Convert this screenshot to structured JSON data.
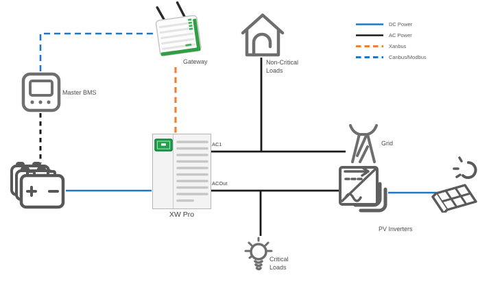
{
  "colors": {
    "dc_power_blue": "#1f77c4",
    "ac_power_black": "#1a1a1a",
    "xanbus_orange": "#ee8035",
    "canbus_modbus_blue": "#1f77c4",
    "icon_gray": "#6e6e6e",
    "label_gray": "#4d4d4d",
    "device_screen_green": "#1ea24b"
  },
  "legend": {
    "items": [
      {
        "label": "DC Power",
        "line_style": "solid",
        "color": "#1f77c4"
      },
      {
        "label": "AC Power",
        "line_style": "solid",
        "color": "#1a1a1a"
      },
      {
        "label": "Xanbus",
        "line_style": "dashed",
        "color": "#ee8035"
      },
      {
        "label": "Canbus/Modbus",
        "line_style": "dashed",
        "color": "#1f77c4"
      }
    ]
  },
  "nodes": {
    "gateway": {
      "label": "Gateway"
    },
    "master_bms": {
      "label": "Master BMS"
    },
    "xw_pro": {
      "label": "XW Pro",
      "ports": {
        "ac1": "AC1",
        "acout": "ACOut"
      }
    },
    "non_critical_loads": {
      "label": "Non-Critical Loads"
    },
    "critical_loads": {
      "label": "Critical Loads"
    },
    "grid": {
      "label": "Grid"
    },
    "pv_inverters": {
      "label": "PV Inverters"
    },
    "battery_bank": {
      "label": ""
    },
    "solar_array": {
      "label": ""
    }
  },
  "connections": [
    {
      "from": "master_bms",
      "to": "gateway",
      "type": "Canbus/Modbus",
      "style": "blue-dashed"
    },
    {
      "from": "master_bms",
      "to": "battery_bank",
      "type": "",
      "style": "black-dashed"
    },
    {
      "from": "gateway",
      "to": "xw_pro",
      "type": "Xanbus",
      "style": "orange-dashed"
    },
    {
      "from": "battery_bank",
      "to": "xw_pro",
      "type": "DC Power",
      "style": "blue-solid"
    },
    {
      "from": "xw_pro",
      "port": "AC1",
      "to": "grid",
      "type": "AC Power",
      "style": "black-solid"
    },
    {
      "from": "xw_pro",
      "port": "AC1",
      "to": "non_critical_loads",
      "type": "AC Power",
      "style": "black-solid"
    },
    {
      "from": "xw_pro",
      "port": "ACOut",
      "to": "pv_inverters",
      "type": "AC Power",
      "style": "black-solid"
    },
    {
      "from": "xw_pro",
      "port": "ACOut",
      "to": "critical_loads",
      "type": "AC Power",
      "style": "black-solid"
    },
    {
      "from": "pv_inverters",
      "to": "solar_array",
      "type": "DC Power",
      "style": "blue-solid"
    }
  ]
}
